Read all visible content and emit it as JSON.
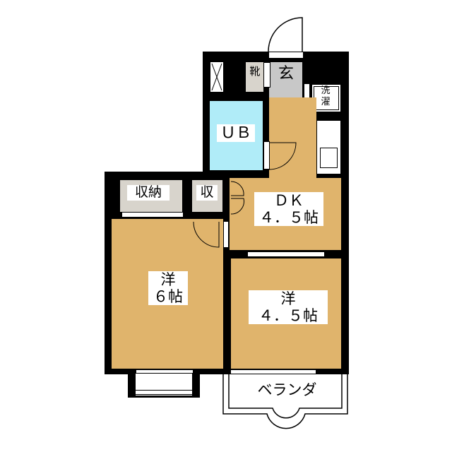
{
  "rooms": {
    "entrance": "玄",
    "shoe_storage": "靴",
    "laundry_line1": "洗",
    "laundry_line2": "濯",
    "bath": "ＵＢ",
    "storage_large": "収納",
    "storage_small": "収",
    "dk_name": "ＤＫ",
    "dk_size": "４．５帖",
    "western1_name": "洋",
    "western1_size": "６帖",
    "western2_name": "洋",
    "western2_size": "４．５帖",
    "balcony": "ベランダ"
  },
  "colors": {
    "floor": "#e0b46c",
    "bath": "#b0ecf8",
    "storage": "#d8d4cc",
    "entrance": "#c8c8c8"
  }
}
